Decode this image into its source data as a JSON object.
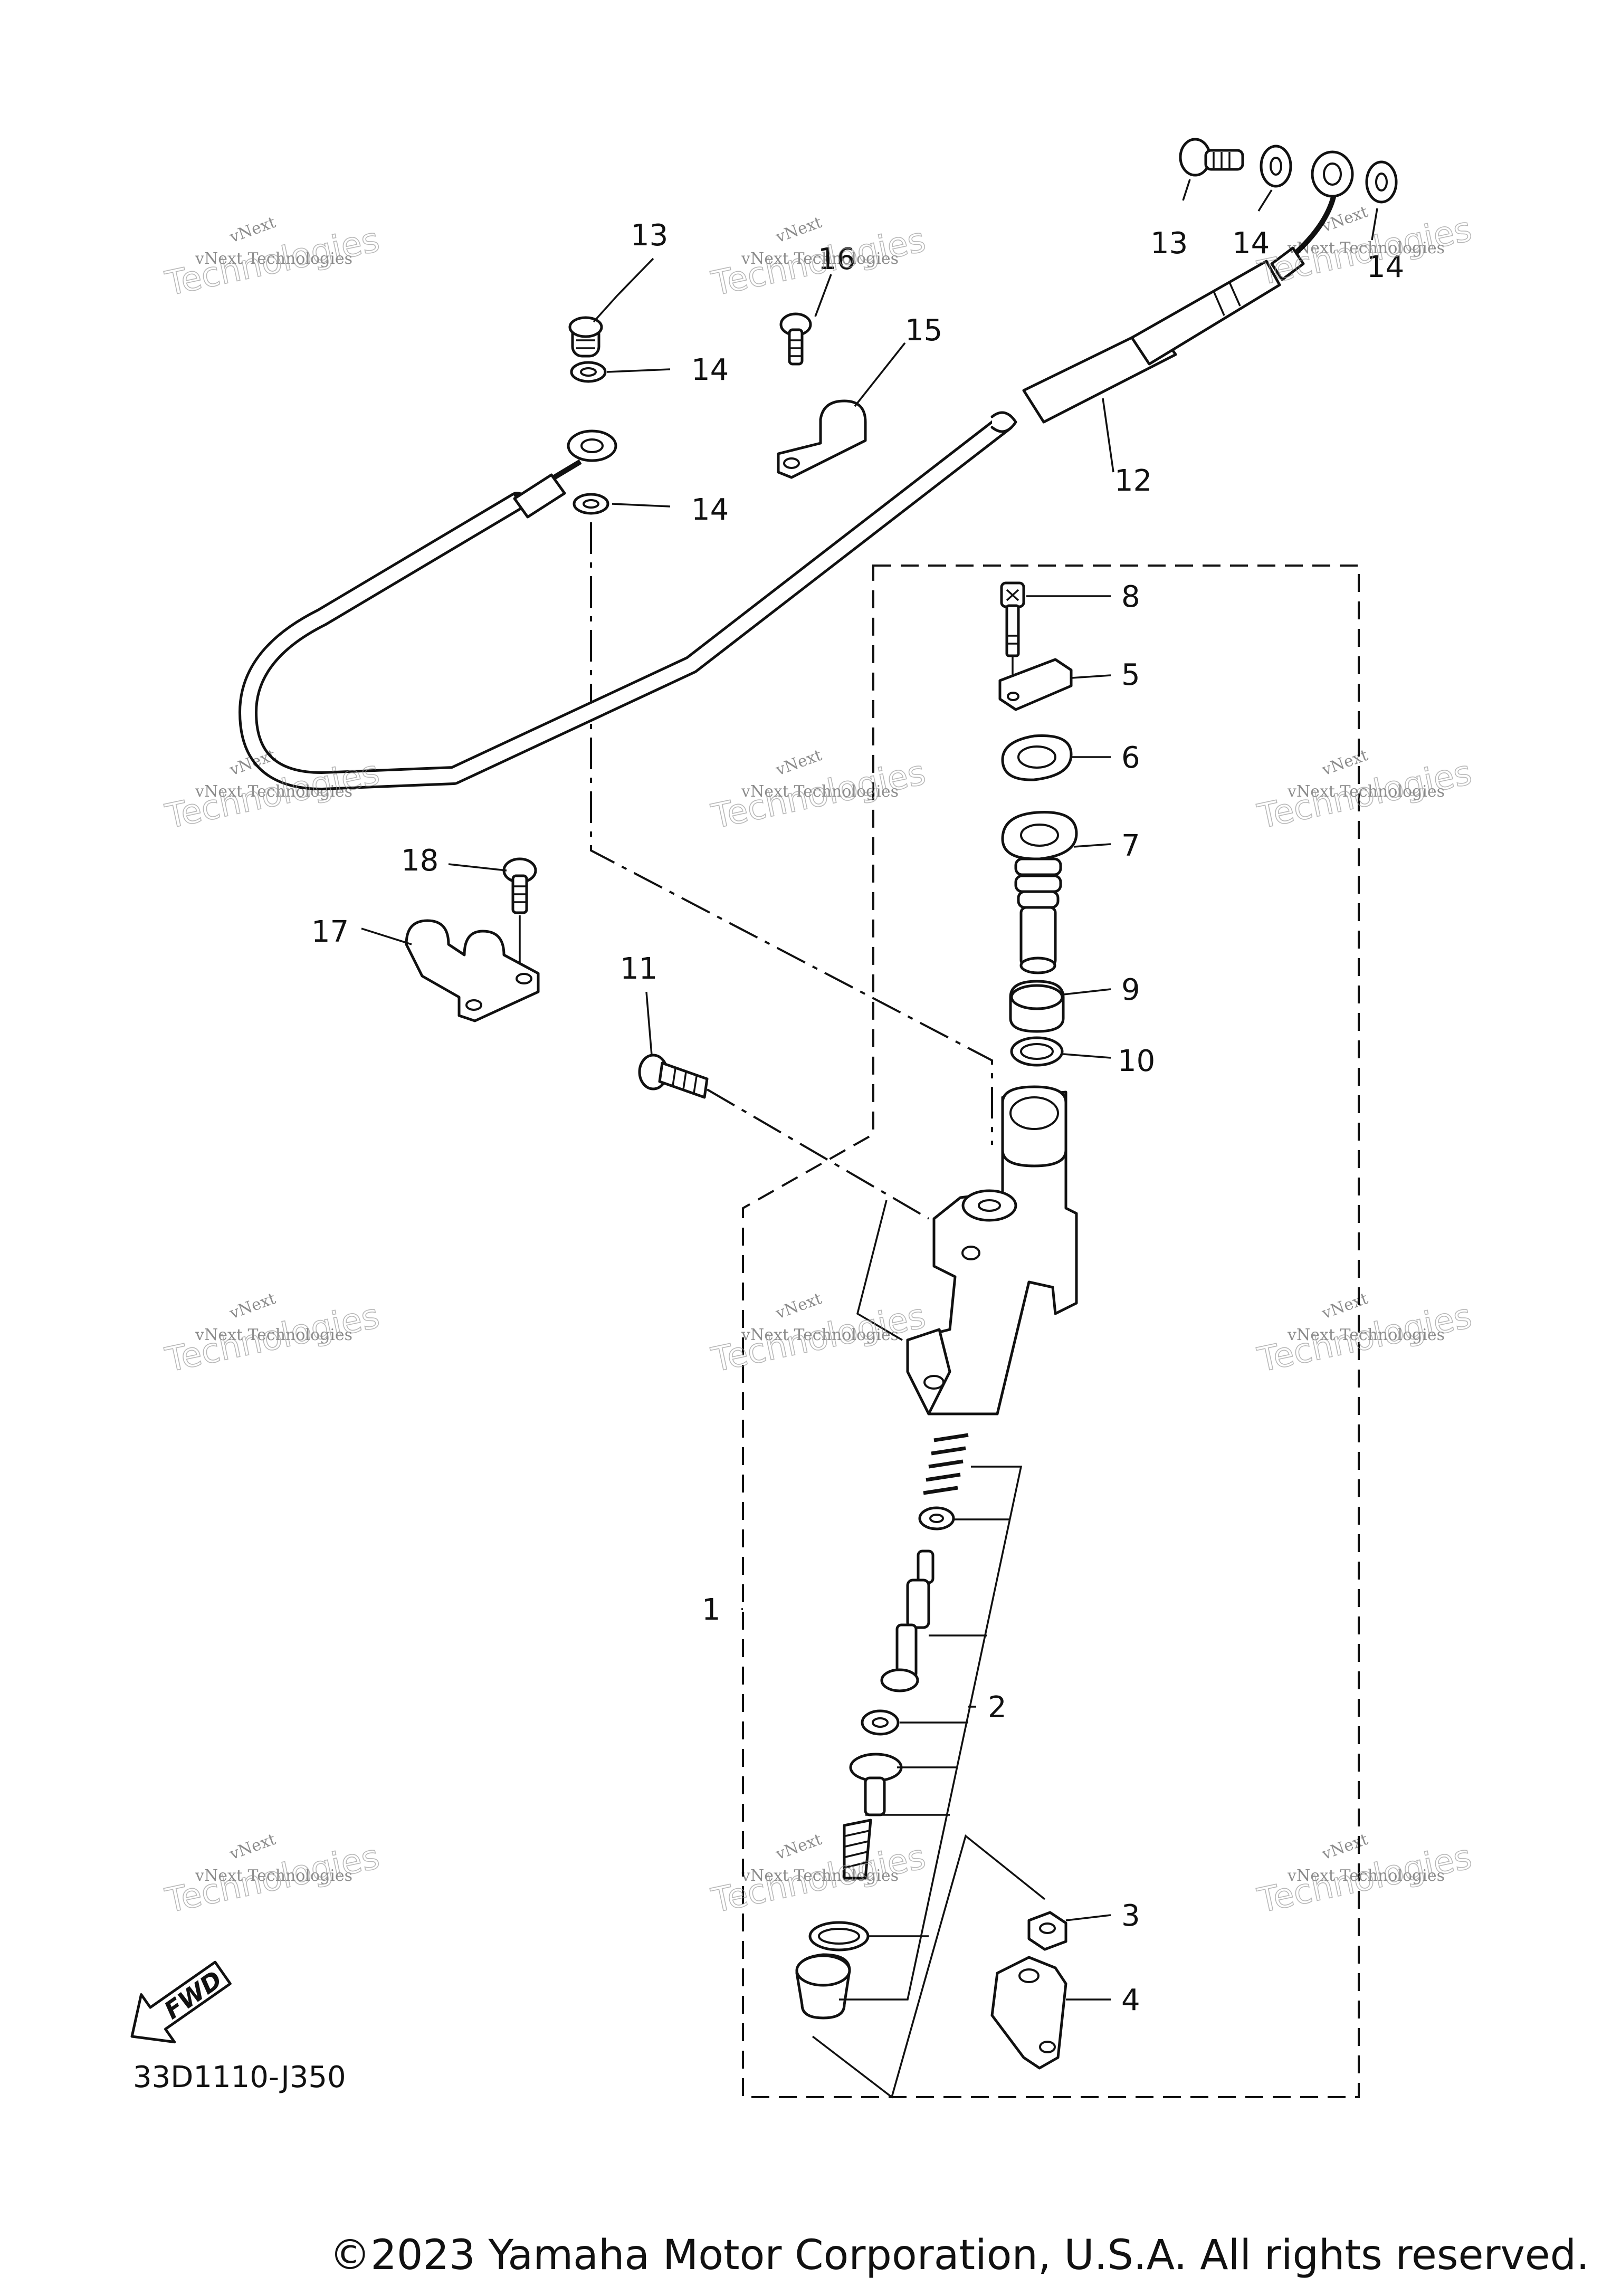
{
  "diagram": {
    "callouts": [
      "1",
      "2",
      "3",
      "4",
      "5",
      "6",
      "7",
      "8",
      "9",
      "10",
      "11",
      "12",
      "13",
      "14",
      "15",
      "16",
      "17",
      "18"
    ],
    "callout_13b": "13",
    "callout_14b": "14",
    "callout_14c": "14",
    "callout_14d": "14",
    "fwd_label": "FWD",
    "diagram_code": "33D1110-J350",
    "watermark_small": "vNext Technologies",
    "watermark_top": "vNext",
    "watermark_big": "Technologies"
  },
  "footer": {
    "copyright": "©2023 Yamaha Motor Corporation, U.S.A. All rights reserved."
  }
}
